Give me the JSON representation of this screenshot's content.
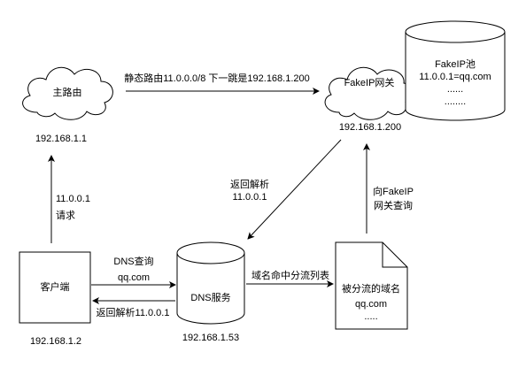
{
  "nodes": {
    "main_router": {
      "label": "主路由",
      "ip": "192.168.1.1"
    },
    "fakeip_gateway": {
      "label": "FakeIP网关",
      "ip": "192.168.1.200"
    },
    "fakeip_pool": {
      "title": "FakeIP池",
      "line1": "11.0.0.1=qq.com",
      "line2": "......",
      "line3": "........"
    },
    "client": {
      "label": "客户端",
      "ip": "192.168.1.2"
    },
    "dns_service": {
      "label": "DNS服务",
      "ip": "192.168.1.53"
    },
    "split_domain": {
      "title": "被分流的域名",
      "line1": "qq.com",
      "line2": "....."
    }
  },
  "edges": {
    "static_route": "静态路由11.0.0.0/8 下一跳是192.168.1.200",
    "request_ip": "11.0.0.1",
    "request_label": "请求",
    "return_parse": "返回解析",
    "return_ip": "11.0.0.1",
    "query_gateway_1": "向FakeIP",
    "query_gateway_2": "网关查询",
    "dns_query": "DNS查询",
    "dns_domain": "qq.com",
    "return_to_client": "返回解析11.0.0.1",
    "domain_hit": "域名命中分流列表"
  },
  "colors": {
    "stroke": "#000000",
    "fill": "#ffffff",
    "text": "#000000"
  }
}
